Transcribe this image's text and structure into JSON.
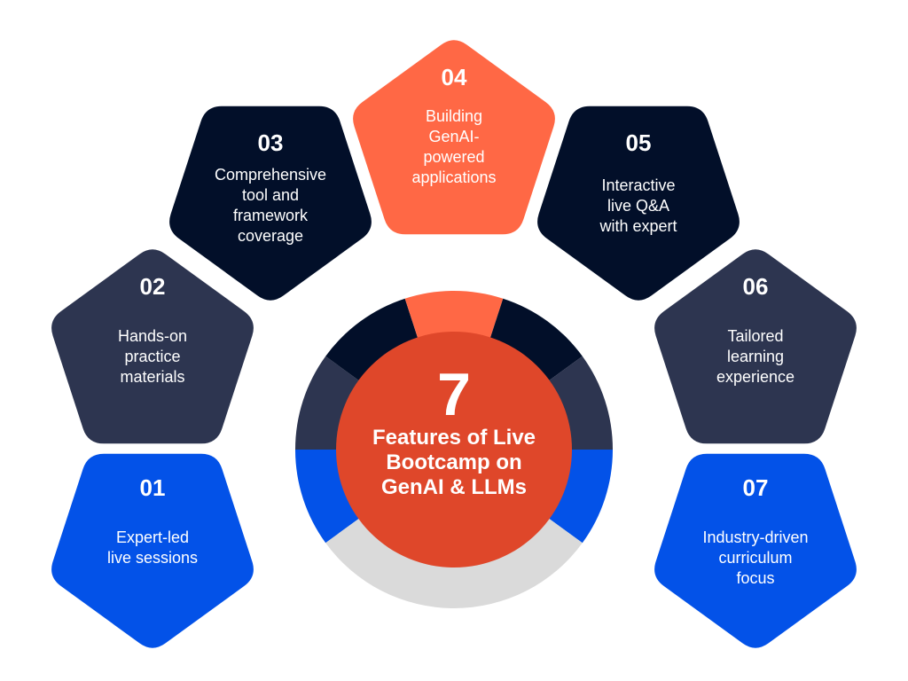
{
  "colors": {
    "blue": "#0352e8",
    "slate": "#2d3550",
    "navy": "#020f29",
    "orange": "#ff6845",
    "center_red": "#df472a",
    "grey": "#dadada",
    "text": "#ffffff"
  },
  "center": {
    "number": "7",
    "title": "Features of Live\nBootcamp on\nGenAI & LLMs"
  },
  "features": [
    {
      "num": "01",
      "label": "Expert-led\nlive sessions",
      "color": "blue"
    },
    {
      "num": "02",
      "label": "Hands-on\npractice\nmaterials",
      "color": "slate"
    },
    {
      "num": "03",
      "label": "Comprehensive\ntool and\nframework\ncoverage",
      "color": "navy"
    },
    {
      "num": "04",
      "label": "Building\nGenAI-\npowered\napplications",
      "color": "orange"
    },
    {
      "num": "05",
      "label": "Interactive\nlive Q&A\nwith expert",
      "color": "navy"
    },
    {
      "num": "06",
      "label": "Tailored\nlearning\nexperience",
      "color": "slate"
    },
    {
      "num": "07",
      "label": "Industry-driven\ncurriculum\nfocus",
      "color": "blue"
    }
  ],
  "ring_segments": [
    "blue",
    "slate",
    "navy",
    "orange",
    "navy",
    "slate",
    "blue",
    "grey"
  ]
}
